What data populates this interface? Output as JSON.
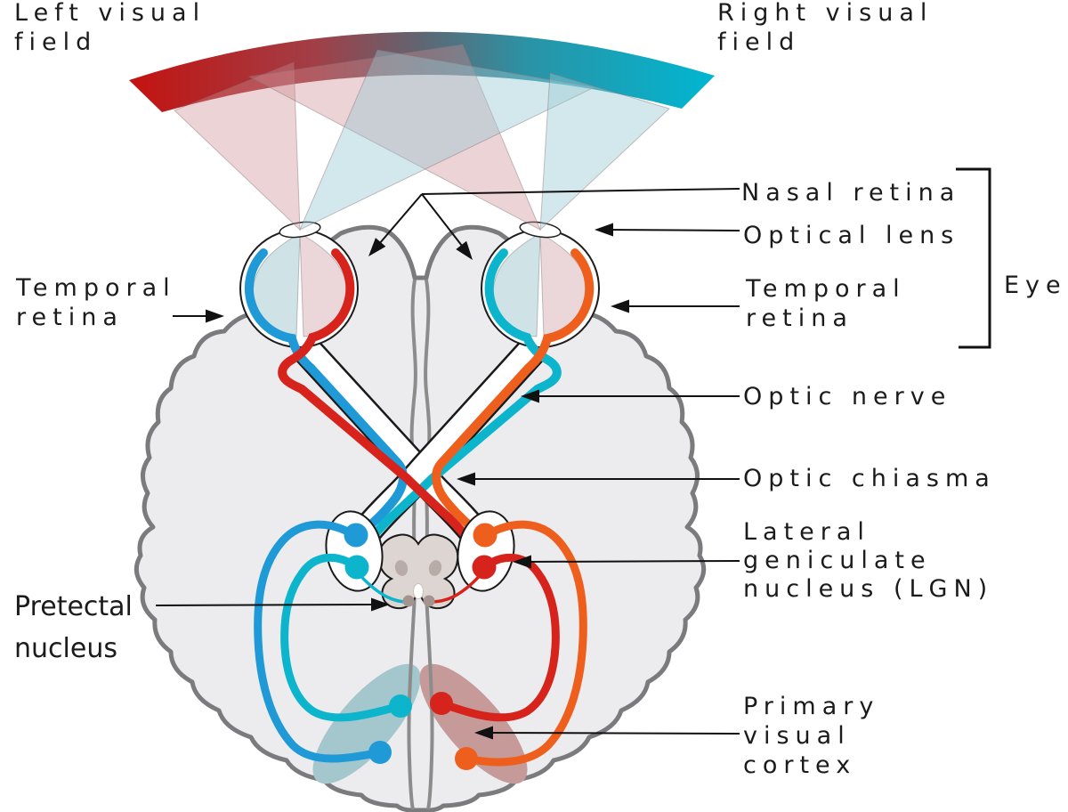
{
  "diagram": {
    "labels": {
      "left_visual_field": "Left visual\nfield",
      "right_visual_field": "Right visual\nfield",
      "nasal_retina": "Nasal retina",
      "optical_lens": "Optical lens",
      "temporal_retina_right": "Temporal\nretina",
      "eye_bracket": "Eye",
      "temporal_retina_left": "Temporal\nretina",
      "optic_nerve": "Optic nerve",
      "optic_chiasma": "Optic chiasma",
      "lateral_geniculate_nucleus": "Lateral\ngeniculate\nnucleus (LGN)",
      "pretectal_nucleus": "Pretectal\nnucleus",
      "primary_visual_cortex": "Primary\nvisual\ncortex"
    },
    "colors": {
      "left_visual_field_red": "#c31310",
      "right_visual_field_teal": "#00b6d1",
      "temporal_left_blue": "#1f9ad6",
      "nasal_left_red": "#d6231c",
      "nasal_right_cyan": "#0cb5cc",
      "temporal_right_orange": "#ee5f1e",
      "cortex_left_blob": "#a4c6cd",
      "cortex_right_blob": "#c59a99",
      "brain_fill": "#ecebee",
      "brain_outline": "#7b7b7e",
      "midbrain_fill": "#ddd5d1"
    }
  }
}
